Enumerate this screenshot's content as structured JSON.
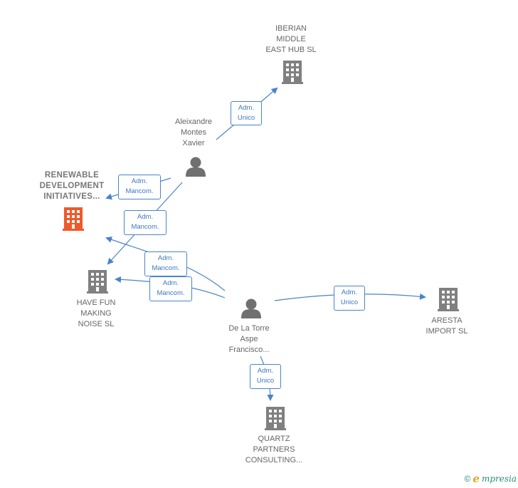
{
  "colors": {
    "edge": "#4a84c8",
    "building": "#808080",
    "building_highlight": "#f0592a",
    "person": "#707070",
    "label": "#666666"
  },
  "nodes": {
    "iberian": {
      "label": "IBERIAN\nMIDDLE\nEAST HUB  SL",
      "icon": "building-icon"
    },
    "aleixandre": {
      "label": "Aleixandre\nMontes\nXavier",
      "icon": "person-icon"
    },
    "renewable": {
      "label": "RENEWABLE\nDEVELOPMENT\nINITIATIVES...",
      "icon": "building-icon"
    },
    "havefun": {
      "label": "HAVE FUN\nMAKING\nNOISE  SL",
      "icon": "building-icon"
    },
    "delatorre": {
      "label": "De La Torre\nAspe\nFrancisco...",
      "icon": "person-icon"
    },
    "aresta": {
      "label": "ARESTA\nIMPORT  SL",
      "icon": "building-icon"
    },
    "quartz": {
      "label": "QUARTZ\nPARTNERS\nCONSULTING...",
      "icon": "building-icon"
    }
  },
  "edges": {
    "e1": {
      "label": "Adm.\nUnico"
    },
    "e2": {
      "label": "Adm.\nMancom."
    },
    "e3": {
      "label": "Adm.\nMancom."
    },
    "e4": {
      "label": "Adm.\nMancom."
    },
    "e5": {
      "label": "Adm.\nMancom."
    },
    "e6": {
      "label": "Adm.\nUnico"
    },
    "e7": {
      "label": "Adm.\nUnico"
    }
  },
  "footer": {
    "copyright": "©",
    "brand_e": "e",
    "brand_rest": "mpresia"
  }
}
